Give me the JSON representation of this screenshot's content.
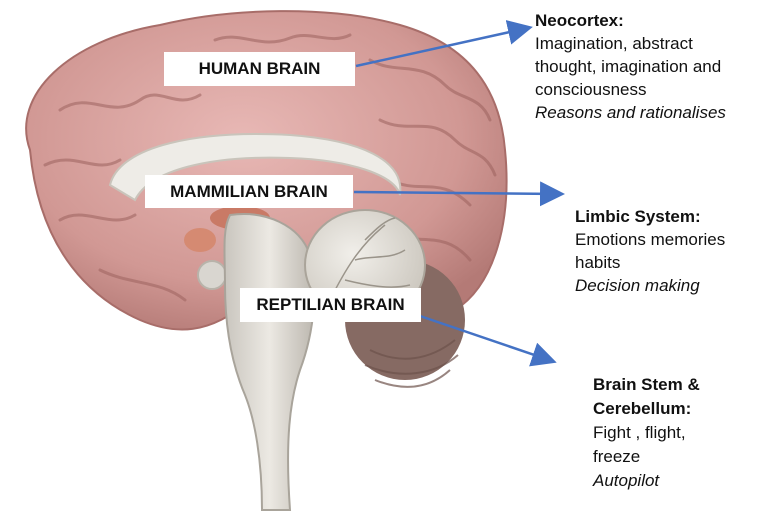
{
  "brain_labels": {
    "human": "HUMAN BRAIN",
    "mammalian": "MAMMILIAN BRAIN",
    "reptilian": "REPTILIAN BRAIN"
  },
  "neocortex": {
    "title": "Neocortex:",
    "lines": [
      "Imagination, abstract",
      "thought, imagination and",
      "consciousness"
    ],
    "italic": "Reasons and rationalises"
  },
  "limbic": {
    "title": "Limbic System:",
    "lines": [
      "Emotions memories",
      "habits"
    ],
    "italic": "Decision making"
  },
  "stem": {
    "title_lines": [
      "Brain Stem &",
      "Cerebellum:"
    ],
    "lines": [
      "Fight , flight,",
      "freeze"
    ],
    "italic": "Autopilot"
  },
  "colors": {
    "arrow": "#4472c4",
    "cortex": "#d9a3a1",
    "brainstem": "#dcd9d3",
    "cerebellum_dark": "#8a6d67"
  }
}
